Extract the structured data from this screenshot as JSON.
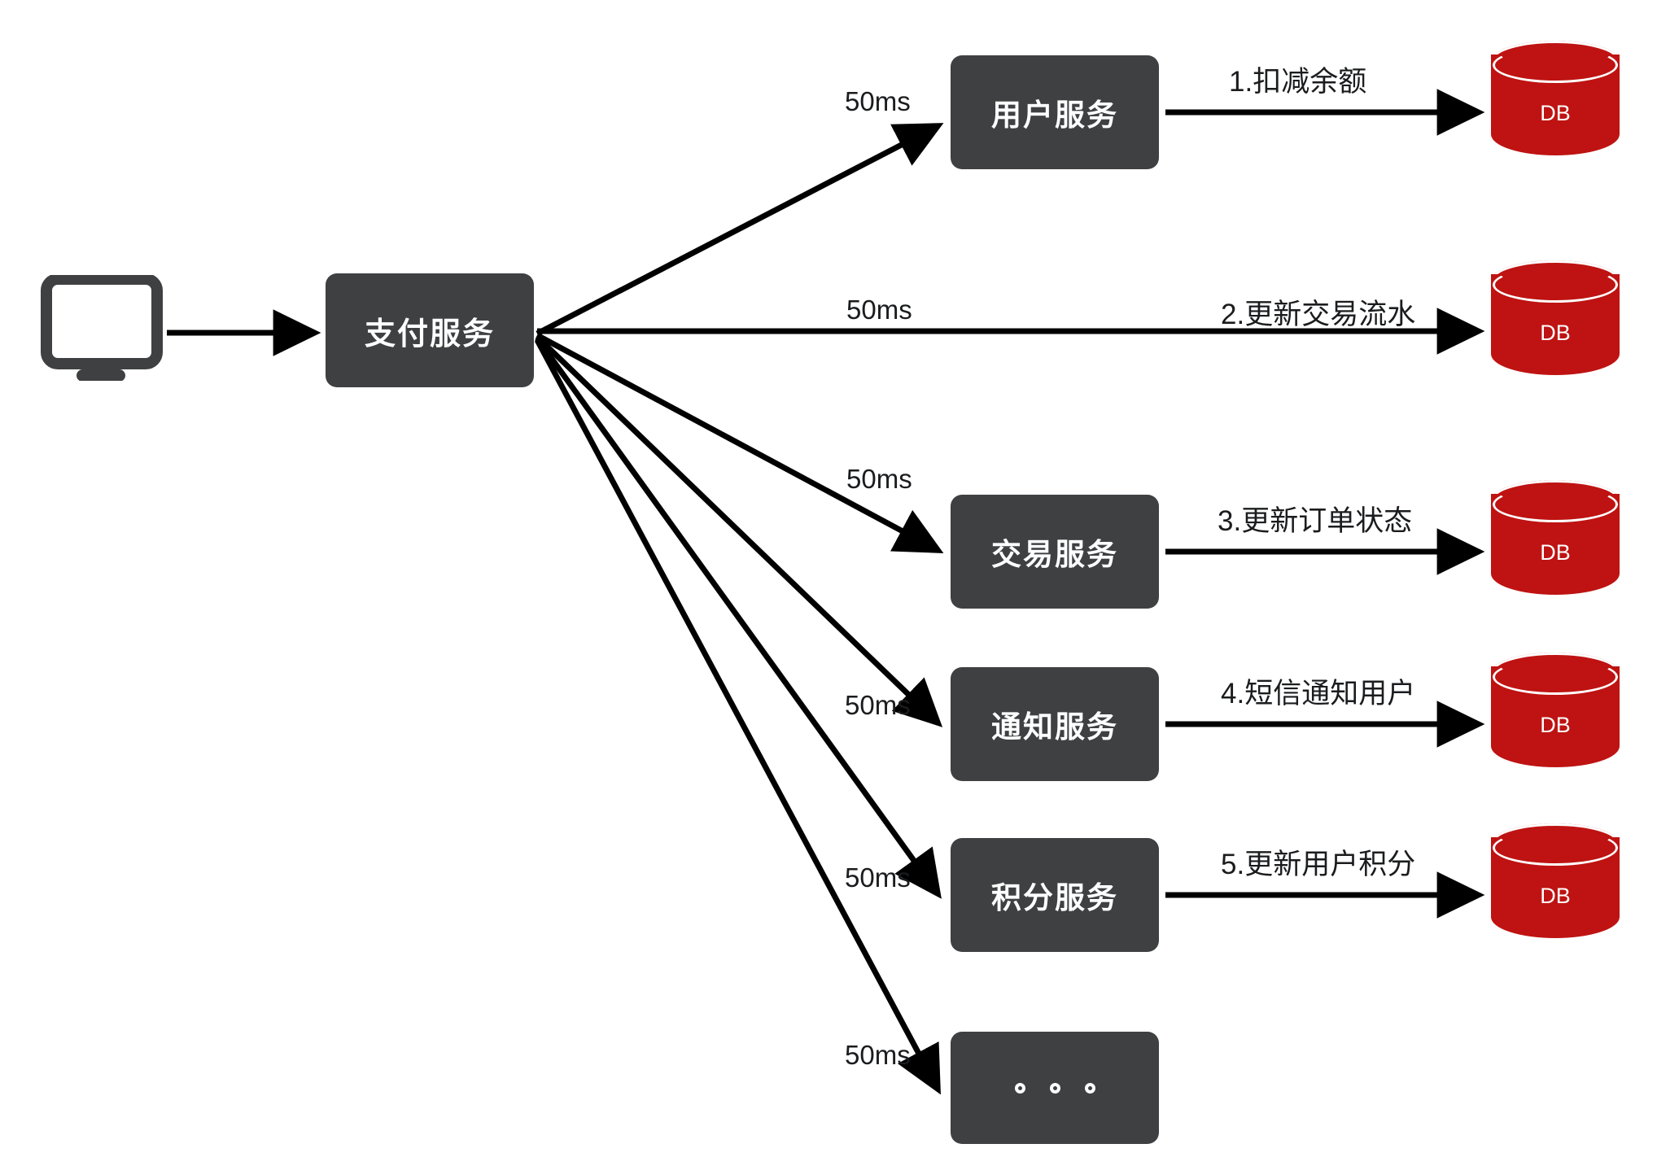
{
  "diagram": {
    "type": "flow-architecture",
    "background": "#ffffff",
    "colors": {
      "service_box": "#3e4042",
      "database": "#be1312",
      "arrow": "#000000",
      "label_text": "#1b1c1e",
      "box_text": "#ffffff"
    },
    "client": {
      "icon": "desktop-monitor-icon"
    },
    "entry": {
      "label": "支付服务"
    },
    "fanout_latency": "50ms",
    "branches": [
      {
        "index": 1,
        "latency": "50ms",
        "service": "用户服务",
        "has_service_box": true,
        "db_action": "1.扣减余额",
        "db_label": "DB"
      },
      {
        "index": 2,
        "latency": "50ms",
        "service": "",
        "has_service_box": false,
        "db_action": "2.更新交易流水",
        "db_label": "DB"
      },
      {
        "index": 3,
        "latency": "50ms",
        "service": "交易服务",
        "has_service_box": true,
        "db_action": "3.更新订单状态",
        "db_label": "DB"
      },
      {
        "index": 4,
        "latency": "50ms",
        "service": "通知服务",
        "has_service_box": true,
        "db_action": "4.短信通知用户",
        "db_label": "DB"
      },
      {
        "index": 5,
        "latency": "50ms",
        "service": "积分服务",
        "has_service_box": true,
        "db_action": "5.更新用户积分",
        "db_label": "DB"
      },
      {
        "index": 6,
        "latency": "50ms",
        "service": "",
        "has_service_box": true,
        "is_ellipsis": true,
        "db_action": "",
        "db_label": ""
      }
    ]
  }
}
